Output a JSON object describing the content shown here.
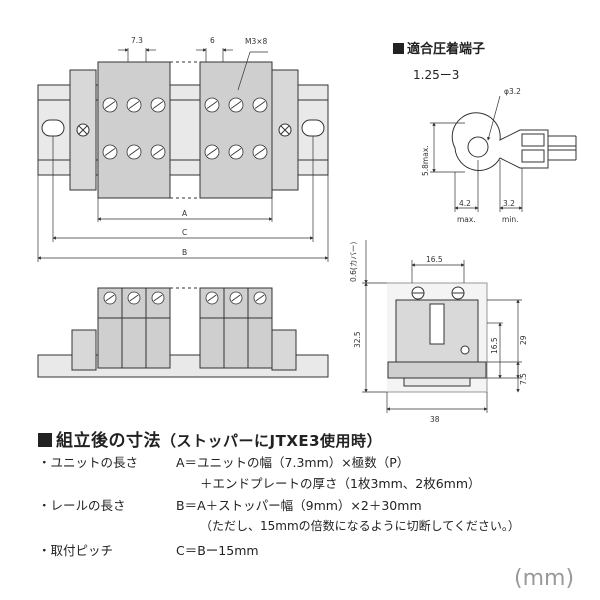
{
  "terminal": {
    "heading": "適合圧着端子",
    "size": "1.25ー3",
    "d_label": "φ3.2",
    "h_label": "5.8max.",
    "w1_value": "4.2",
    "w1_unit": "max.",
    "w2_value": "3.2",
    "w2_unit": "min."
  },
  "top_view": {
    "pitch_label": "7.3",
    "six_label": "6",
    "screw_label": "M3×8",
    "a_label": "A",
    "c_label": "C",
    "b_label": "B"
  },
  "side_view": {
    "dim_165_top": "16.5",
    "dim_061": "0.6(カバー)",
    "dim_325": "32.5",
    "dim_165_side": "16.5",
    "dim_29": "29",
    "dim_75": "7.5",
    "dim_38": "38"
  },
  "notes": {
    "title": "組立後の寸法",
    "title_sub": "（ストッパーにJTXE3使用時）",
    "row1_bullet": "・ユニットの長さ",
    "row1_text": "A＝ユニットの幅（7.3mm）×極数（P）",
    "row1_cont": "＋エンドプレートの厚さ（1枚3mm、2枚6mm）",
    "row2_bullet": "・レールの長さ",
    "row2_text": "B＝A＋ストッパー幅（9mm）×2＋30mm",
    "row2_note": "（ただし、15mmの倍数になるように切断してください。）",
    "row3_bullet": "・取付ピッチ",
    "row3_text": "C＝Bー15mm"
  },
  "unit": "(mm)"
}
